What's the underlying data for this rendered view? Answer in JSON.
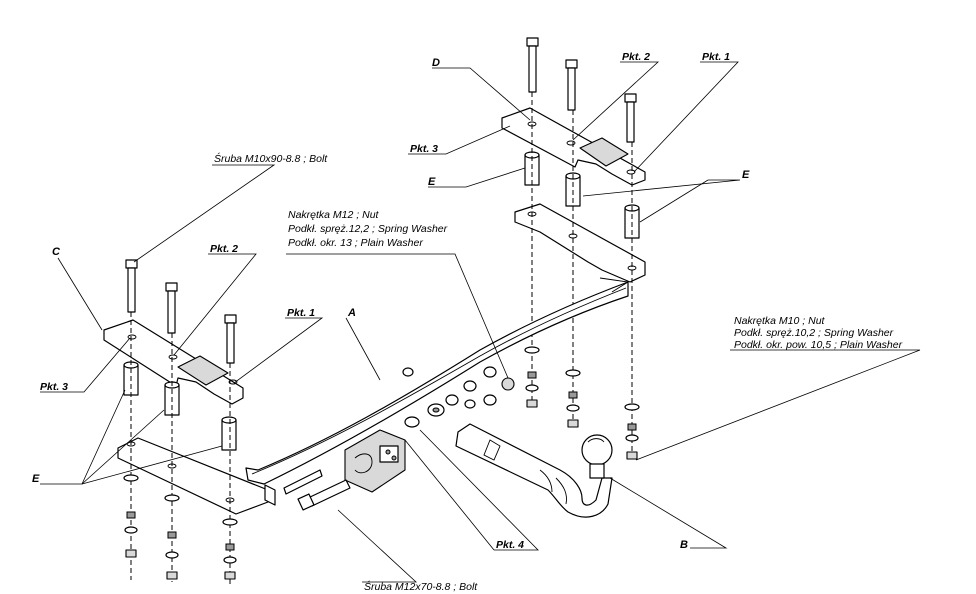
{
  "labels": {
    "A": "A",
    "B": "B",
    "C": "C",
    "D": "D",
    "E": "E",
    "pkt1": "Pkt. 1",
    "pkt2": "Pkt. 2",
    "pkt3": "Pkt. 3",
    "pkt4": "Pkt. 4",
    "bolt_m10": "Śruba M10x90-8.8 ;  Bolt",
    "bolt_m12": "Śruba M12x70-8.8 ;  Bolt",
    "m12_nut": "Nakrętka  M12 ; Nut",
    "m12_spring": "Podkł. spręż.12,2 ; Spring Washer",
    "m12_plain": "Podkł. okr. 13 ; Plain Washer",
    "m10_nut": "Nakrętka  M10 ; Nut",
    "m10_spring": "Podkł. spręż.10,2 ; Spring Washer",
    "m10_plain": "Podkł. okr. pow. 10,5 ; Plain Washer"
  },
  "colors": {
    "line": "#000000",
    "shade": "#d9d9d9",
    "dark": "#9a9a9a"
  }
}
